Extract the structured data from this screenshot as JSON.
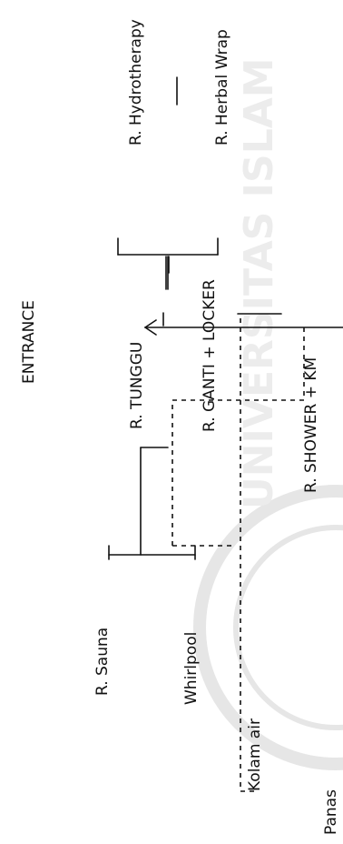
{
  "diagram": {
    "rooms": {
      "entrance": "ENTRANCE",
      "tunggu": "R. TUNGGU",
      "ganti_locker": "R. GANTI + LOCKER",
      "shower_km": "R. SHOWER + KM",
      "hydrotherapy": "R. Hydrotherapy",
      "herbal_wrap": "R. Herbal Wrap",
      "sauna": "R. Sauna",
      "whirlpool": "Whirlpool",
      "kolam_air": "Kolam air",
      "panas": "Panas"
    },
    "watermark_text": "UNIVERSITAS ISLAM"
  }
}
